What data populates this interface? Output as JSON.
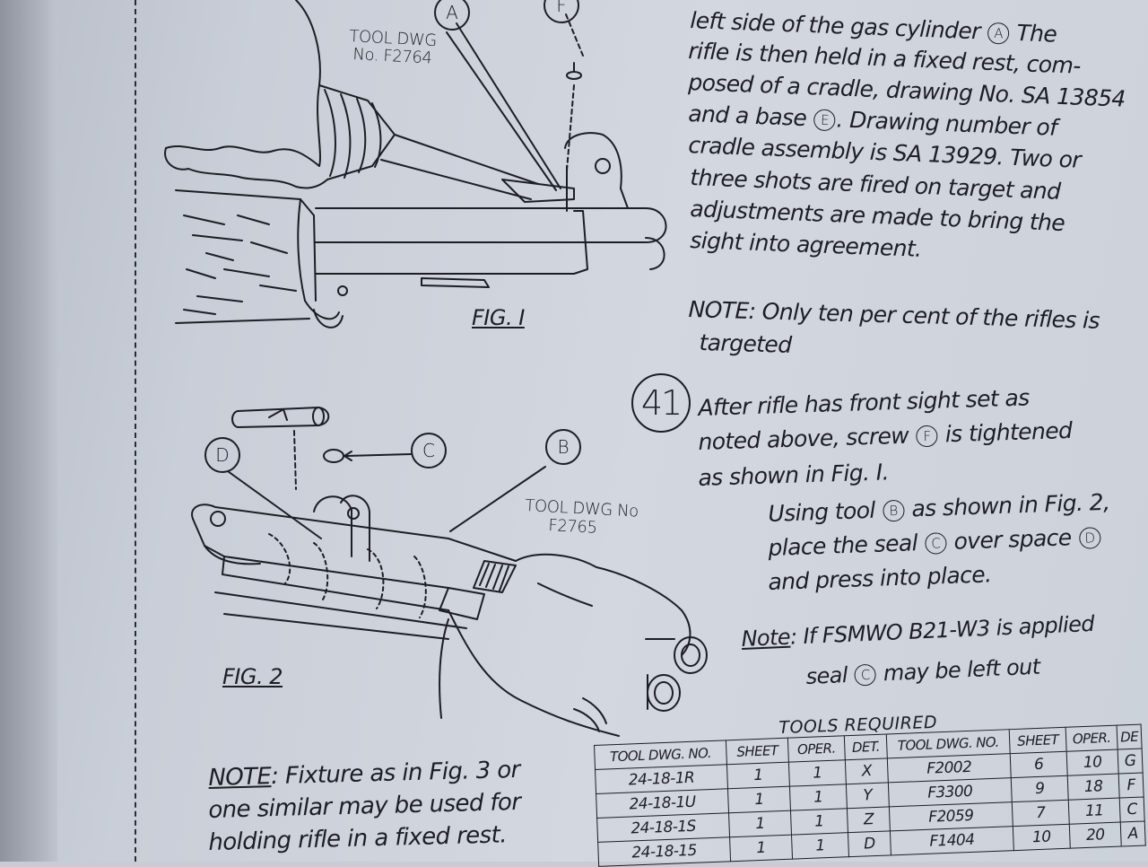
{
  "fig1": {
    "tool_label_line1": "TOOL DWG",
    "tool_label_line2": "No. F2764",
    "callout_a": "A",
    "callout_f": "F",
    "caption": "FIG. I"
  },
  "fig2": {
    "callout_d": "D",
    "callout_c": "C",
    "callout_b": "B",
    "tool_label_line1": "TOOL DWG No",
    "tool_label_line2": "F2765",
    "caption": "FIG. 2"
  },
  "text_block": {
    "lines": [
      "left side of the gas cylinder",
      "rifle is then held in a fixed rest, com-",
      "posed of a cradle, drawing No. SA 13854",
      "and a base",
      "cradle assembly is SA 13929. Two or",
      "three shots are fired on target and",
      "adjustments are made to bring the",
      "sight into agreement."
    ],
    "line1_tail": "The",
    "line4_tail": "Drawing number of",
    "circ_a": "A",
    "circ_e": "E"
  },
  "note_targeted": {
    "line1": "NOTE: Only ten per cent of the rifles is",
    "line2": "targeted"
  },
  "step41": {
    "number": "41",
    "line1": "After rifle has front sight set as",
    "line2a": "noted above, screw",
    "line2b": "is tightened",
    "line3": "as shown in Fig. I.",
    "line4a": "Using tool",
    "line4b": "as shown in Fig. 2,",
    "line5a": "place the seal",
    "line5b": "over space",
    "line6": "and press into place.",
    "circ_f": "F",
    "circ_b": "B",
    "circ_c": "C",
    "circ_d": "D"
  },
  "note_fsmwo": {
    "prefix": "Note",
    "line1": ": If FSMWO  B21-W3  is applied",
    "line2a": "seal",
    "line2b": "may be left out",
    "circ_c": "C"
  },
  "note_fixture": {
    "prefix": "NOTE",
    "line1": ": Fixture as in Fig. 3 or",
    "line2": "one similar may be used for",
    "line3": "holding rifle in a fixed rest."
  },
  "tools_table": {
    "title": "TOOLS REQUIRED",
    "headers": [
      "TOOL DWG. NO.",
      "SHEET",
      "OPER.",
      "DET.",
      "TOOL DWG. NO.",
      "SHEET",
      "OPER.",
      "DE"
    ],
    "rows": [
      [
        "24-18-1R",
        "1",
        "1",
        "X",
        "F2002",
        "6",
        "10",
        "G"
      ],
      [
        "24-18-1U",
        "1",
        "1",
        "Y",
        "F3300",
        "9",
        "18",
        "F"
      ],
      [
        "24-18-1S",
        "1",
        "1",
        "Z",
        "F2059",
        "7",
        "11",
        "C"
      ],
      [
        "24-18-15",
        "1",
        "1",
        "D",
        "F1404",
        "10",
        "20",
        "A"
      ]
    ]
  }
}
